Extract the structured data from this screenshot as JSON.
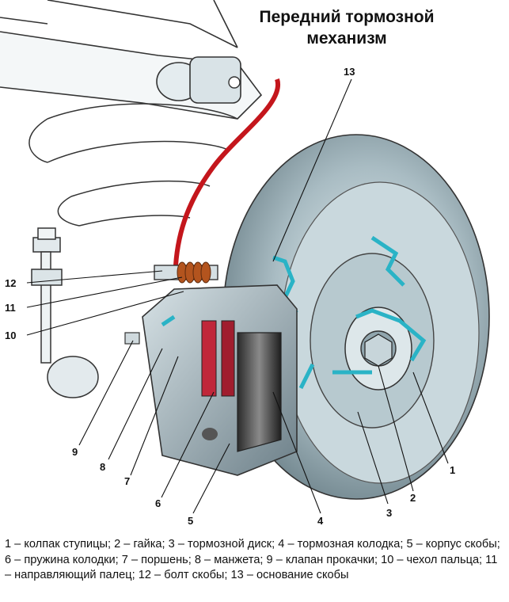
{
  "title_line1": "Передний тормозной",
  "title_line2": "механизм",
  "callouts": {
    "c1": "1",
    "c2": "2",
    "c3": "3",
    "c4": "4",
    "c5": "5",
    "c6": "6",
    "c7": "7",
    "c8": "8",
    "c9": "9",
    "c10": "10",
    "c11": "11",
    "c12": "12",
    "c13": "13"
  },
  "caption": "1 – колпак ступицы; 2 – гайка; 3 – тормозной диск; 4 – тормозная колодка; 5 – корпус скобы; 6 – пружина колодки; 7 – поршень; 8 – манжета; 9 – клапан прокачки; 10 – чехол пальца; 11 – направляющий палец; 12 – болт скобы; 13 – основание скобы",
  "colors": {
    "brake_line": "#c4161c",
    "section_cut": "#2ab3c6",
    "metal": "#8fa4ad",
    "pad_red": "#c0273a"
  }
}
